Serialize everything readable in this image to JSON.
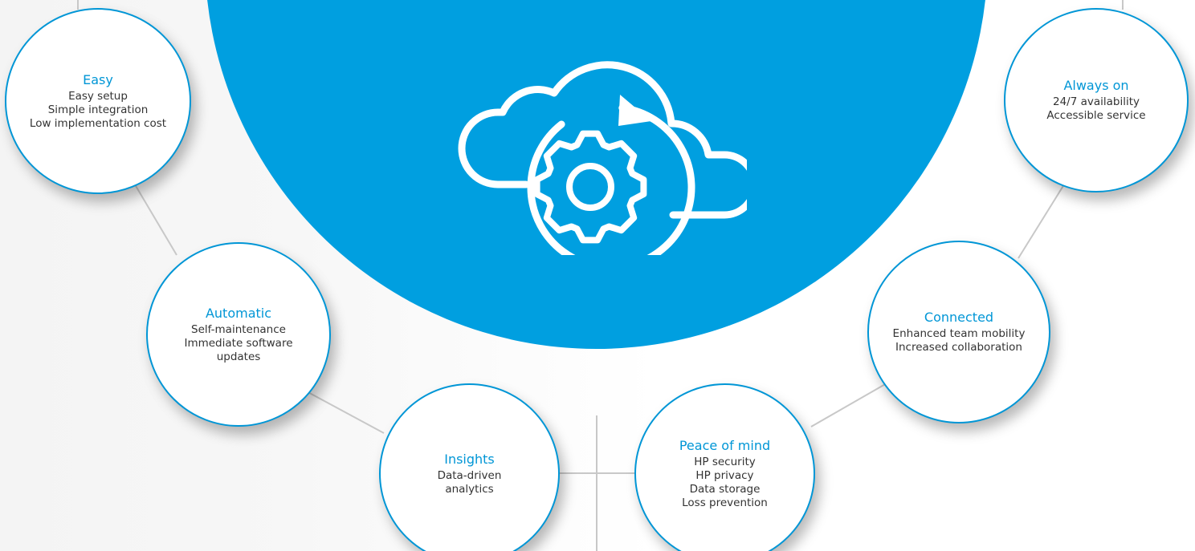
{
  "colors": {
    "accent": "#0096d6",
    "hero_circle": "#009fe0",
    "connector": "#c8c8c8",
    "body_text": "#333333"
  },
  "hero": {
    "icon": "cloud-gear-sync-icon"
  },
  "benefits": {
    "easy": {
      "title": "Easy",
      "lines": [
        "Easy setup",
        "Simple integration",
        "Low implementation cost"
      ]
    },
    "automatic": {
      "title": "Automatic",
      "lines": [
        "Self-maintenance",
        "Immediate software",
        "updates"
      ]
    },
    "insights": {
      "title": "Insights",
      "lines": [
        "Data-driven",
        "analytics"
      ]
    },
    "peace_of_mind": {
      "title": "Peace of mind",
      "lines": [
        "HP security",
        "HP privacy",
        "Data storage",
        "Loss prevention"
      ]
    },
    "connected": {
      "title": "Connected",
      "lines": [
        "Enhanced team mobility",
        "Increased collaboration"
      ]
    },
    "always_on": {
      "title": "Always on",
      "lines": [
        "24/7 availability",
        "Accessible service"
      ]
    }
  }
}
